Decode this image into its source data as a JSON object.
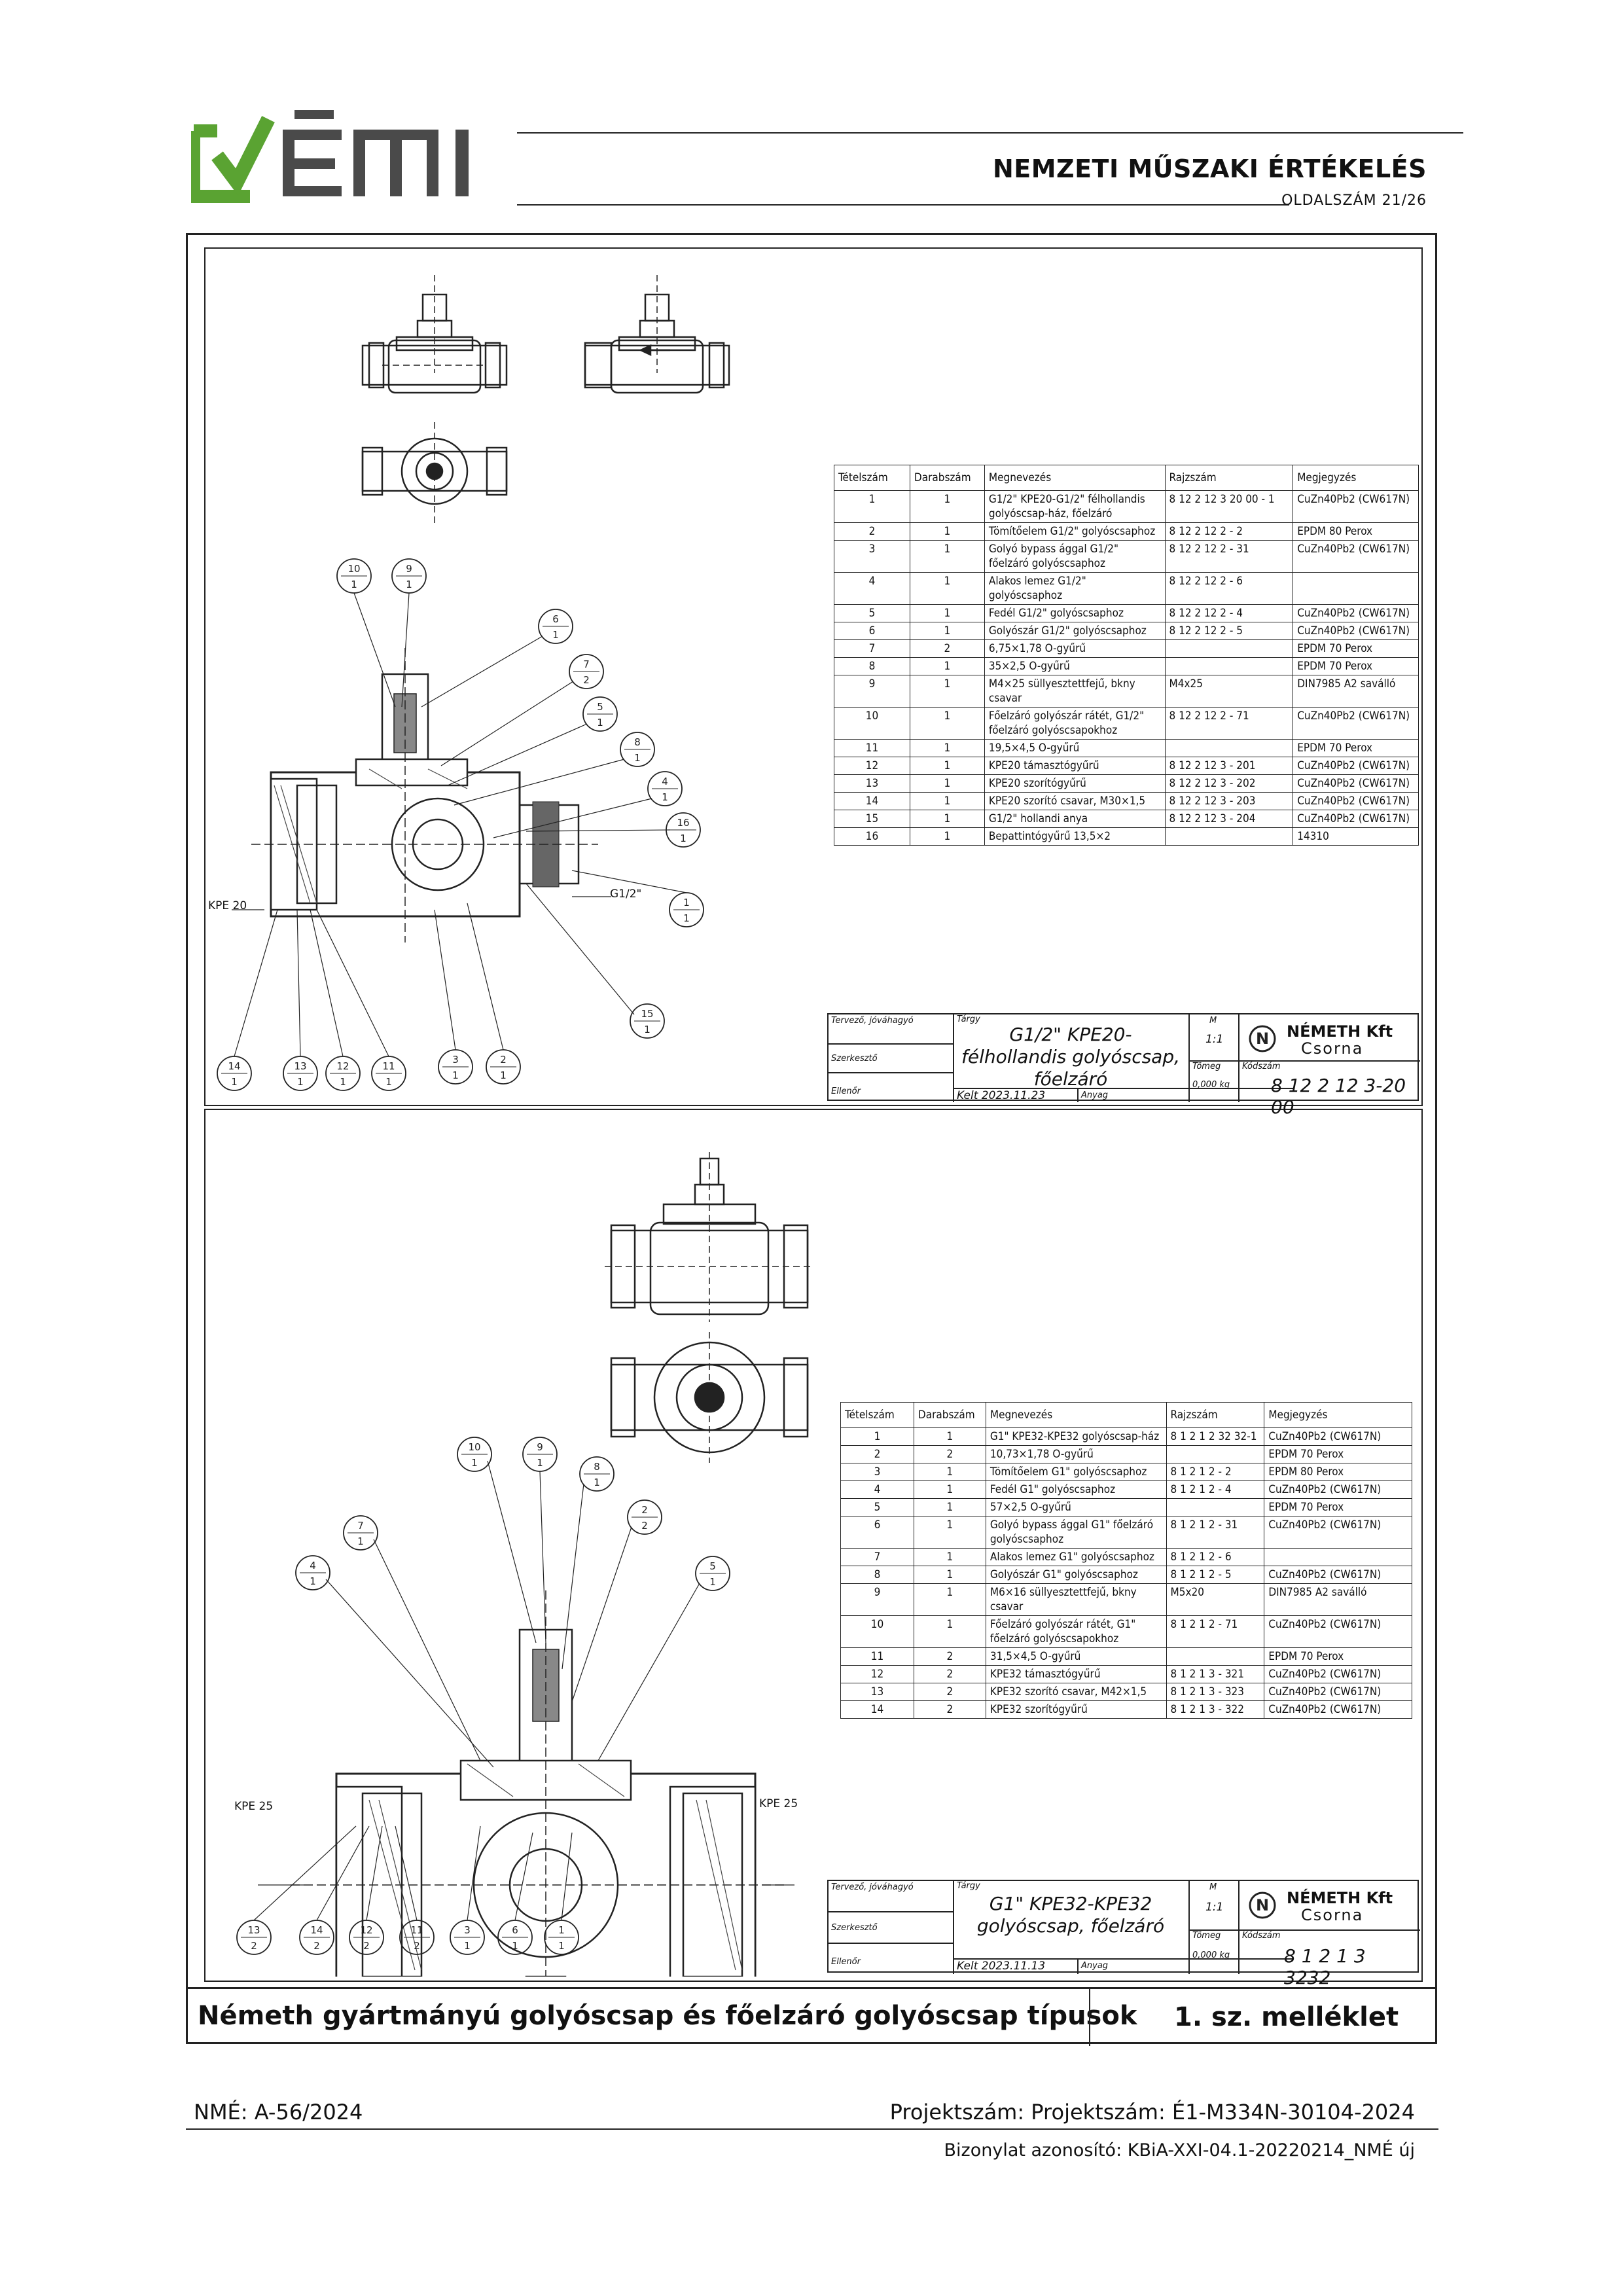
{
  "header": {
    "logo_text": "ÉMI",
    "title": "NEMZETI MŰSZAKI ÉRTÉKELÉS",
    "page_number": "OLDALSZÁM 21/26"
  },
  "sheet1": {
    "label_left": "KPE 20",
    "label_right": "G1/2\"",
    "columns": [
      "Tételszám",
      "Darabszám",
      "Megnevezés",
      "Rajzszám",
      "Megjegyzés"
    ],
    "rows": [
      [
        "1",
        "1",
        "G1/2\" KPE20-G1/2\" félhollandis golyóscsap-ház, főelzáró",
        "8 12 2 12 3 20 00 - 1",
        "CuZn40Pb2 (CW617N)"
      ],
      [
        "2",
        "1",
        "Tömítőelem G1/2\" golyóscsaphoz",
        "8 12 2 12 2 - 2",
        "EPDM 80 Perox"
      ],
      [
        "3",
        "1",
        "Golyó bypass ággal G1/2\" főelzáró golyóscsaphoz",
        "8 12 2 12 2 - 31",
        "CuZn40Pb2 (CW617N)"
      ],
      [
        "4",
        "1",
        "Alakos lemez G1/2\" golyóscsaphoz",
        "8 12 2 12 2 - 6",
        ""
      ],
      [
        "5",
        "1",
        "Fedél G1/2\" golyóscsaphoz",
        "8 12 2 12 2 - 4",
        "CuZn40Pb2 (CW617N)"
      ],
      [
        "6",
        "1",
        "Golyószár G1/2\" golyóscsaphoz",
        "8 12 2 12 2 - 5",
        "CuZn40Pb2 (CW617N)"
      ],
      [
        "7",
        "2",
        "6,75×1,78 O-gyűrű",
        "",
        "EPDM 70 Perox"
      ],
      [
        "8",
        "1",
        "35×2,5 O-gyűrű",
        "",
        "EPDM 70 Perox"
      ],
      [
        "9",
        "1",
        "M4×25 süllyesztettfejű, bkny csavar",
        "M4x25",
        "DIN7985 A2 saválló"
      ],
      [
        "10",
        "1",
        "Főelzáró golyószár rátét, G1/2\" főelzáró golyóscsapokhoz",
        "8 12 2 12 2 - 71",
        "CuZn40Pb2 (CW617N)"
      ],
      [
        "11",
        "1",
        "19,5×4,5 O-gyűrű",
        "",
        "EPDM 70 Perox"
      ],
      [
        "12",
        "1",
        "KPE20 támasztógyűrű",
        "8 12 2 12 3 - 201",
        "CuZn40Pb2 (CW617N)"
      ],
      [
        "13",
        "1",
        "KPE20 szorítógyűrű",
        "8 12 2 12 3 - 202",
        "CuZn40Pb2 (CW617N)"
      ],
      [
        "14",
        "1",
        "KPE20 szorító csavar, M30×1,5",
        "8 12 2 12 3 - 203",
        "CuZn40Pb2 (CW617N)"
      ],
      [
        "15",
        "1",
        "G1/2\" hollandi anya",
        "8 12 2 12 3 - 204",
        "CuZn40Pb2 (CW617N)"
      ],
      [
        "16",
        "1",
        "Bepattintógyűrű 13,5×2",
        "",
        "14310"
      ]
    ],
    "tb": {
      "lbl_tervezo": "Tervező, jóváhagyó",
      "lbl_szerkeszto": "Szerkesztő",
      "lbl_ellenor": "Ellenőr",
      "lbl_targy": "Tárgy",
      "subject": "G1/2\" KPE20-félhollandis golyóscsap, főelzáró",
      "date": "Kelt 2023.11.23",
      "lbl_anyag": "Anyag",
      "m_label": "M",
      "m_value": "1:1",
      "lbl_tomeg": "Tömeg",
      "tomeg": "0,000 kg",
      "lbl_kodszam": "Kódszám",
      "code": "8 12 2 12 3-20 00",
      "company": "NÉMETH Kft",
      "city": "Csorna"
    }
  },
  "sheet2": {
    "label_left": "KPE 25",
    "label_right": "KPE 25",
    "columns": [
      "Tételszám",
      "Darabszám",
      "Megnevezés",
      "Rajzszám",
      "Megjegyzés"
    ],
    "rows": [
      [
        "1",
        "1",
        "G1\" KPE32-KPE32 golyóscsap-ház",
        "8 1 2 1 2 32 32-1",
        "CuZn40Pb2 (CW617N)"
      ],
      [
        "2",
        "2",
        "10,73×1,78 O-gyűrű",
        "",
        "EPDM 70 Perox"
      ],
      [
        "3",
        "1",
        "Tömítőelem G1\" golyóscsaphoz",
        "8 1 2 1 2 - 2",
        "EPDM 80 Perox"
      ],
      [
        "4",
        "1",
        "Fedél G1\" golyóscsaphoz",
        "8 1 2 1 2 - 4",
        "CuZn40Pb2 (CW617N)"
      ],
      [
        "5",
        "1",
        "57×2,5 O-gyűrű",
        "",
        "EPDM 70 Perox"
      ],
      [
        "6",
        "1",
        "Golyó bypass ággal G1\" főelzáró golyóscsaphoz",
        "8 1 2 1 2 - 31",
        "CuZn40Pb2 (CW617N)"
      ],
      [
        "7",
        "1",
        "Alakos lemez G1\" golyóscsaphoz",
        "8 1 2 1 2 - 6",
        ""
      ],
      [
        "8",
        "1",
        "Golyószár G1\" golyóscsaphoz",
        "8 1 2 1 2 - 5",
        "CuZn40Pb2 (CW617N)"
      ],
      [
        "9",
        "1",
        "M6×16 süllyesztettfejű, bkny csavar",
        "M5x20",
        "DIN7985 A2 saválló"
      ],
      [
        "10",
        "1",
        "Főelzáró golyószár rátét, G1\" főelzáró golyóscsapokhoz",
        "8 1 2 1 2 - 71",
        "CuZn40Pb2 (CW617N)"
      ],
      [
        "11",
        "2",
        "31,5×4,5 O-gyűrű",
        "",
        "EPDM 70 Perox"
      ],
      [
        "12",
        "2",
        "KPE32 támasztógyűrű",
        "8 1 2 1 3 - 321",
        "CuZn40Pb2 (CW617N)"
      ],
      [
        "13",
        "2",
        "KPE32 szorító csavar, M42×1,5",
        "8 1 2 1 3 - 323",
        "CuZn40Pb2 (CW617N)"
      ],
      [
        "14",
        "2",
        "KPE32 szorítógyűrű",
        "8 1 2 1 3 - 322",
        "CuZn40Pb2 (CW617N)"
      ]
    ],
    "tb": {
      "lbl_tervezo": "Tervező, jóváhagyó",
      "lbl_szerkeszto": "Szerkesztő",
      "lbl_ellenor": "Ellenőr",
      "lbl_targy": "Tárgy",
      "subject": "G1\" KPE32-KPE32 golyóscsap, főelzáró",
      "date": "Kelt 2023.11.13",
      "lbl_anyag": "Anyag",
      "m_label": "M",
      "m_value": "1:1",
      "lbl_tomeg": "Tömeg",
      "tomeg": "0,000 kg",
      "lbl_kodszam": "Kódszám",
      "code": "8 1 2 1 3 3232",
      "company": "NÉMETH Kft",
      "city": "Csorna"
    }
  },
  "caption": {
    "left": "Németh gyártmányú golyóscsap és főelzáró golyóscsap típusok",
    "right": "1. sz. melléklet"
  },
  "footer": {
    "nme": "NMÉ: A-56/2024",
    "project": "Projektszám: Projektszám: É1-M334N-30104-2024",
    "cert": "Bizonylat azonosító: KBiA-XXI-04.1-20220214_NMÉ új"
  },
  "colors": {
    "logo_green": "#5aa332",
    "logo_grey": "#4a4a4a",
    "ink": "#222222"
  }
}
